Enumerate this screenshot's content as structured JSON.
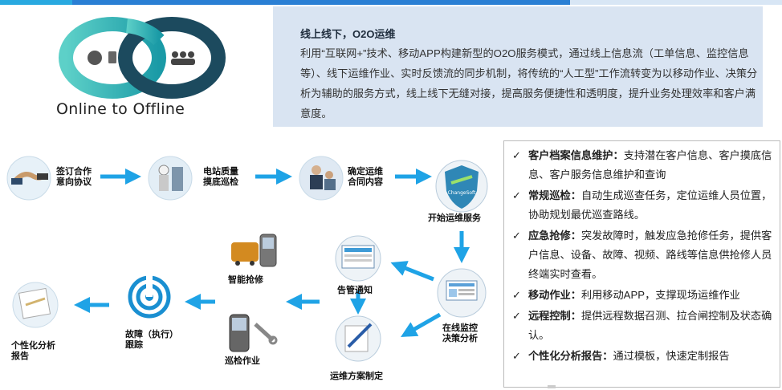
{
  "logo": {
    "caption": "Online to Offline"
  },
  "intro": {
    "title": "线上线下，O2O运维",
    "body": "利用“互联网+”技术、移动APP构建新型的O2O服务模式，通过线上信息流（工单信息、监控信息等）、线下运维作业、实时反馈流的同步机制，将传统的“人工型”工作流转变为以移动作业、决策分析为辅助的服务方式，线上线下无缝对接，提高服务便捷性和透明度，提升业务处理效率和客户满意度。"
  },
  "flow": {
    "sign": [
      "签订合作",
      "意向协议"
    ],
    "survey": [
      "电站质量",
      "摸底巡检"
    ],
    "contract": [
      "确定运维",
      "合同内容"
    ],
    "start": "开始运维服务",
    "monitor": [
      "在线监控",
      "决策分析"
    ],
    "alarm": "告管通知",
    "plan": "运维方案制定",
    "repair": "智能抢修",
    "inspect": "巡检作业",
    "track": [
      "故障（执行）",
      "跟踪"
    ],
    "report": [
      "个性化分析",
      "报告"
    ],
    "shield_text": "ChangeSoft"
  },
  "features": [
    {
      "title": "客户档案信息维护：",
      "text": "支持潜在客户信息、客户摸底信息、客户服务信息维护和查询"
    },
    {
      "title": "常规巡检：",
      "text": "自动生成巡查任务，定位运维人员位置，协助规划最优巡查路线。"
    },
    {
      "title": "应急抢修：",
      "text": "突发故障时，触发应急抢修任务，提供客户信息、设备、故障、视频、路线等信息供抢修人员终端实时查看。"
    },
    {
      "title": "移动作业：",
      "text": "利用移动APP，支撑现场运维作业"
    },
    {
      "title": "远程控制：",
      "text": "提供远程数据召测、拉合闸控制及状态确认。"
    },
    {
      "title": "个性化分析报告：",
      "text": "通过模板，快速定制报告"
    }
  ],
  "check_glyph": "✓",
  "colors": {
    "arrow": "#1fa3e6",
    "accent": "#2a7fd4",
    "panel": "#d9e4f2",
    "ring_teal": "#1fb3b0"
  }
}
